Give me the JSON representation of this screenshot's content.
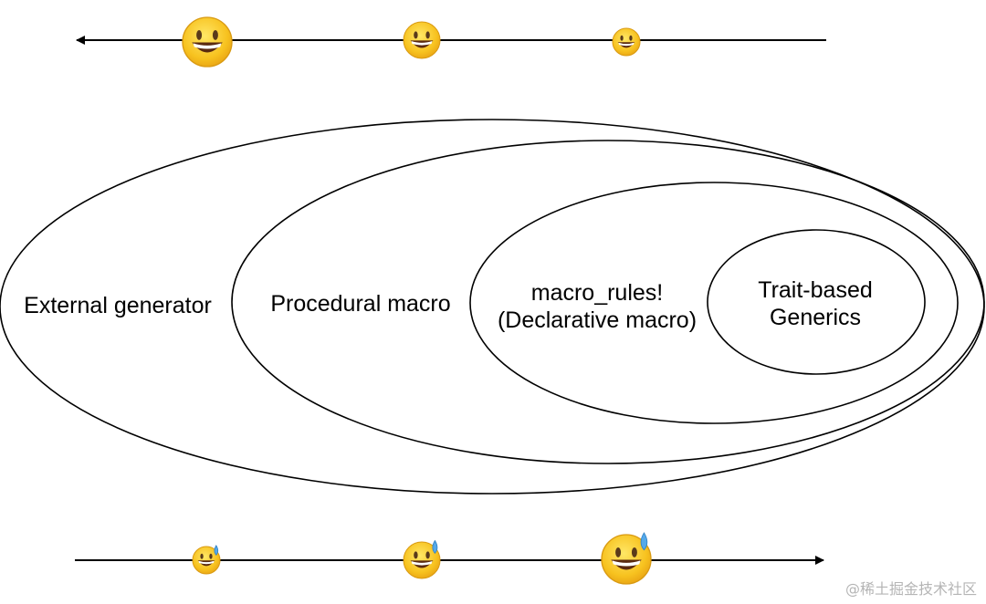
{
  "labels": {
    "external_generator": "External generator",
    "procedural_macro": "Procedural macro",
    "macro_rules_line1": "macro_rules!",
    "macro_rules_line2": "(Declarative macro)",
    "trait_line1": "Trait-based",
    "trait_line2": "Generics"
  },
  "top_axis": {
    "direction": "left",
    "icons": [
      "grin-icon",
      "grin-icon",
      "grin-icon"
    ]
  },
  "bottom_axis": {
    "direction": "right",
    "icons": [
      "grin-sweat-icon",
      "grin-sweat-icon",
      "grin-sweat-icon"
    ]
  },
  "watermark": "@稀土掘金技术社区",
  "colors": {
    "stroke": "#000000",
    "emoji_face": "#f7c21f",
    "emoji_edge": "#d99a12",
    "sweat": "#55a9ea",
    "watermark": "#b5b5b5"
  }
}
